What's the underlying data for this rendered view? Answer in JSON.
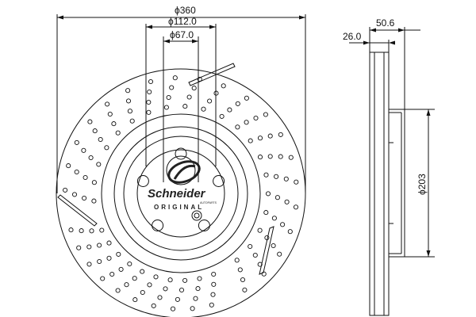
{
  "dimensions": {
    "outer_diameter": "ϕ360",
    "center_bore": "ϕ67.0",
    "bolt_circle": "ϕ112.0",
    "hat_diameter": "ϕ203",
    "total_height": "50.6",
    "disc_thickness": "26.0"
  },
  "logo": {
    "brand": "Schneider",
    "subtitle": "ORIGINAL",
    "tagline": "AUTOPARTS"
  },
  "colors": {
    "line": "#111111",
    "background": "#ffffff"
  }
}
